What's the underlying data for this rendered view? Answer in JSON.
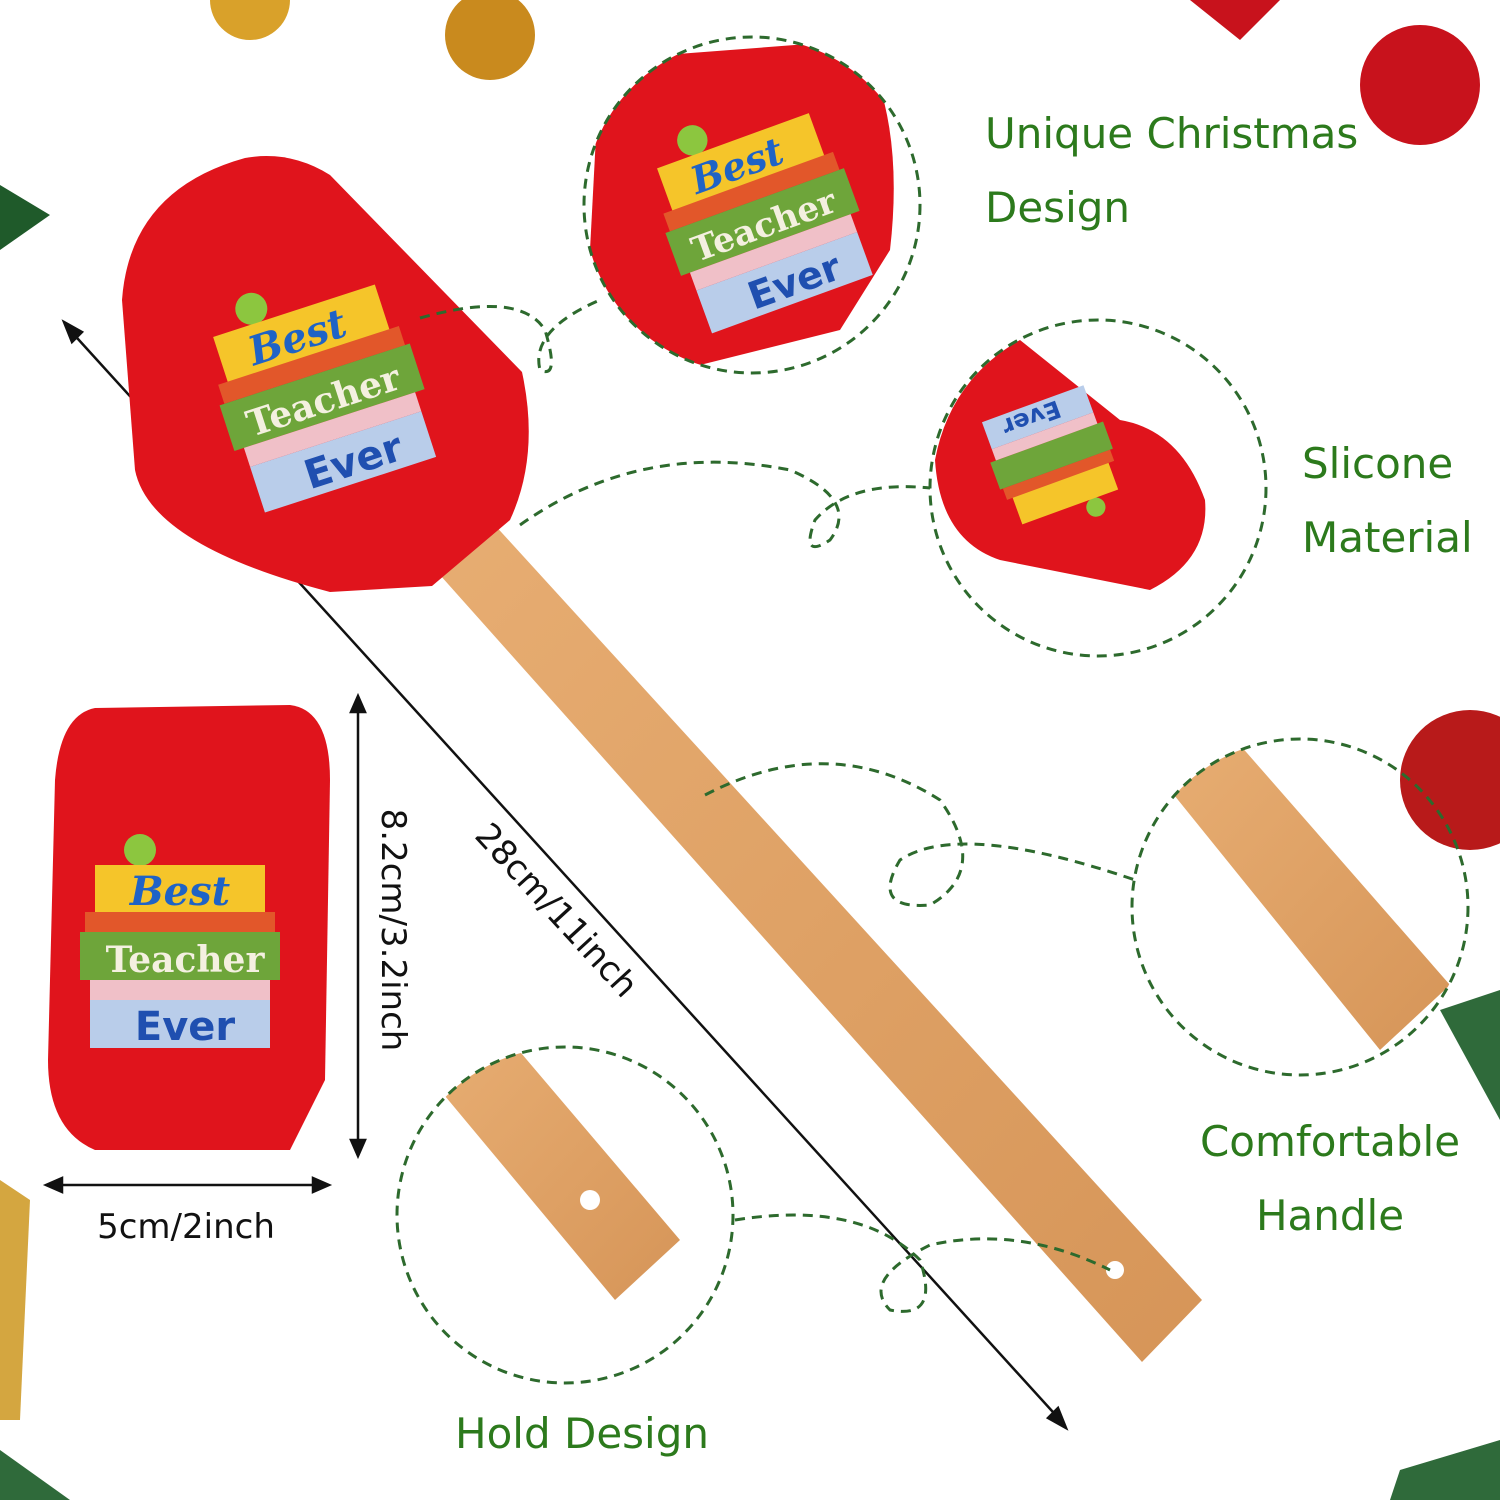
{
  "features": {
    "christmas": [
      "Unique Christmas",
      "Design"
    ],
    "material": [
      "Slicone",
      "Material"
    ],
    "handle": [
      "Comfortable",
      "Handle"
    ],
    "hold": "Hold Design"
  },
  "dimensions": {
    "length": "28cm/11inch",
    "head_height": "8.2cm/3.2inch",
    "head_width": "5cm/2inch"
  },
  "print": {
    "best": "Best",
    "teacher": "Teacher",
    "ever": "Ever"
  },
  "colors": {
    "silicone": "#e0141c",
    "wood": "#dfa468",
    "label_green": "#2c7a1c"
  }
}
